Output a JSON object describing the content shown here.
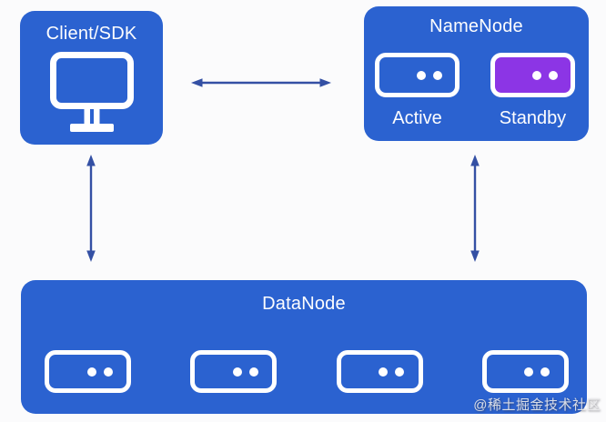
{
  "colors": {
    "canvas_bg": "#fbfbfc",
    "node_blue": "#2b62d0",
    "standby_purple": "#8c35e5",
    "arrow_blue": "#3450a4",
    "icon_white": "#ffffff"
  },
  "nodes": {
    "client": {
      "title": "Client/SDK",
      "icon": "monitor-icon"
    },
    "namenode": {
      "title": "NameNode",
      "servers": [
        {
          "label": "Active",
          "variant": "outline"
        },
        {
          "label": "Standby",
          "variant": "purple"
        }
      ]
    },
    "datanode": {
      "title": "DataNode",
      "server_count": 4,
      "icon": "server-icon"
    }
  },
  "connections": [
    {
      "from": "client",
      "to": "namenode",
      "style": "double-headed-arrow",
      "direction": "horizontal"
    },
    {
      "from": "client",
      "to": "datanode",
      "style": "double-headed-arrow",
      "direction": "vertical"
    },
    {
      "from": "namenode",
      "to": "datanode",
      "style": "double-headed-arrow",
      "direction": "vertical"
    }
  ],
  "watermark": "@稀土掘金技术社区"
}
